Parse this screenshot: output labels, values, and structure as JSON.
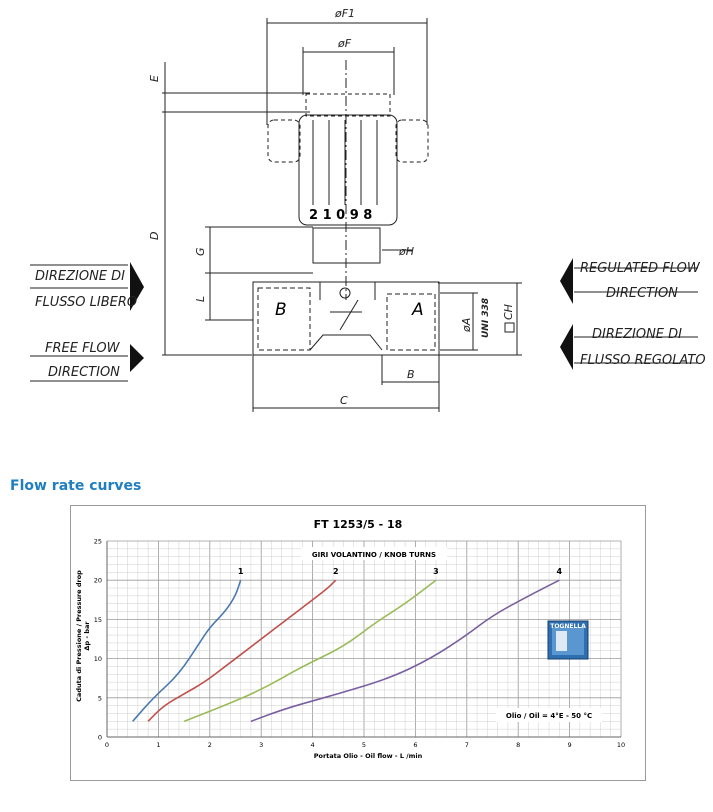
{
  "drawing": {
    "dims": {
      "f1": "øF1",
      "f": "øF",
      "e": "E",
      "d": "D",
      "g": "G",
      "l": "L",
      "h": "øH",
      "a": "øA",
      "uni": "UNI 338",
      "ch": "CH",
      "b": "B",
      "c": "C"
    },
    "port_b": "B",
    "port_a": "A",
    "knob_digits": "2 1 0 9 8",
    "left_arrow_1": {
      "line1": "DIREZIONE DI",
      "line2": "FLUSSO LIBERO"
    },
    "left_arrow_2": {
      "line1": "FREE FLOW",
      "line2": "DIRECTION"
    },
    "right_arrow_1": {
      "line1": "REGULATED FLOW",
      "line2": "DIRECTION"
    },
    "right_arrow_2": {
      "line1": "DIREZIONE DI",
      "line2": "FLUSSO REGOLATO"
    }
  },
  "section_heading": "Flow rate curves",
  "chart_data": {
    "type": "line",
    "title": "FT 1253/5 - 18",
    "subtitle": "GIRI VOLANTINO / KNOB TURNS",
    "xlabel": "Portata Olio - Oil flow -  L /min",
    "ylabel_line1": "Caduta di Pressione / Pressure drop",
    "ylabel_line2": "Δp - bar",
    "xlim": [
      0,
      10
    ],
    "ylim": [
      0,
      25
    ],
    "xticks": [
      0,
      1,
      2,
      3,
      4,
      5,
      6,
      7,
      8,
      9,
      10
    ],
    "yticks": [
      0,
      5,
      10,
      15,
      20,
      25
    ],
    "grid": true,
    "annotation": "Olio / Oil = 4°E - 50 °C",
    "logo": "TOGNELLA",
    "series": [
      {
        "name": "1",
        "color": "#4a7ab0",
        "x": [
          0.5,
          0.9,
          1.4,
          1.8,
          2.0,
          2.3,
          2.5,
          2.6
        ],
        "y": [
          2,
          5,
          8,
          12,
          14,
          16,
          18,
          20
        ]
      },
      {
        "name": "2",
        "color": "#c0504d",
        "x": [
          0.8,
          1.1,
          1.5,
          1.9,
          2.3,
          2.9,
          3.5,
          4.0,
          4.3,
          4.45
        ],
        "y": [
          2,
          4,
          5.5,
          7,
          9,
          12,
          15,
          17.5,
          19,
          20
        ]
      },
      {
        "name": "3",
        "color": "#9bbb59",
        "x": [
          1.5,
          2.2,
          3.0,
          3.8,
          4.6,
          5.2,
          5.8,
          6.4
        ],
        "y": [
          2,
          3.8,
          6,
          9,
          11.5,
          14.5,
          17,
          20
        ]
      },
      {
        "name": "4",
        "color": "#7a5fa0",
        "x": [
          2.8,
          3.5,
          4.5,
          5.5,
          6.3,
          7.0,
          7.5,
          8.2,
          8.8
        ],
        "y": [
          2,
          3.7,
          5.5,
          7.5,
          10,
          13,
          15.5,
          18,
          20
        ]
      }
    ]
  }
}
